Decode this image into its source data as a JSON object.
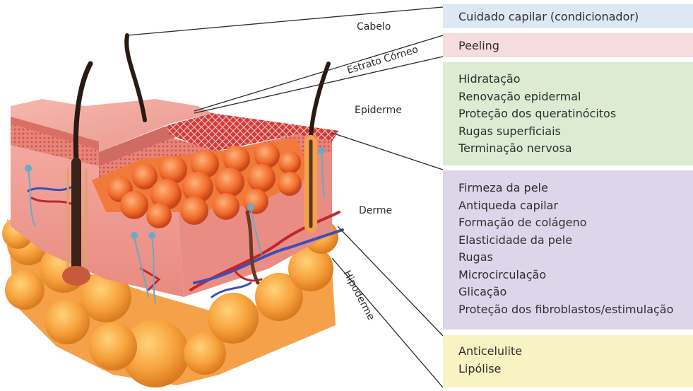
{
  "layer_labels": {
    "cabelo": "Cabelo",
    "estrato_corneo": "Estrato Córneo",
    "epiderme": "Epiderme",
    "derme": "Derme",
    "hipoderme": "Hipoderme"
  },
  "panels": {
    "cabelo": {
      "color": "#dde8f4",
      "items": [
        "Cuidado capilar (condicionador)"
      ]
    },
    "estrato_corneo": {
      "color": "#f6dcdc",
      "items": [
        "Peeling"
      ]
    },
    "epiderme": {
      "color": "#dcebd2",
      "items": [
        "Hidratação",
        "Renovação epidermal",
        "Proteção dos queratinócitos",
        "Rugas superficiais",
        "Terminação nervosa"
      ]
    },
    "derme": {
      "color": "#ddd6ea",
      "items": [
        "Firmeza da pele",
        "Antiqueda capilar",
        "Formação de colágeno",
        "Elasticidade da pele",
        "Rugas",
        "Microcirculação",
        "Glicação",
        "Proteção dos fibroblastos/estimulação"
      ]
    },
    "hipoderme": {
      "color": "#f7f3c2",
      "items": [
        "Anticelulite",
        "Lipólise"
      ]
    }
  }
}
